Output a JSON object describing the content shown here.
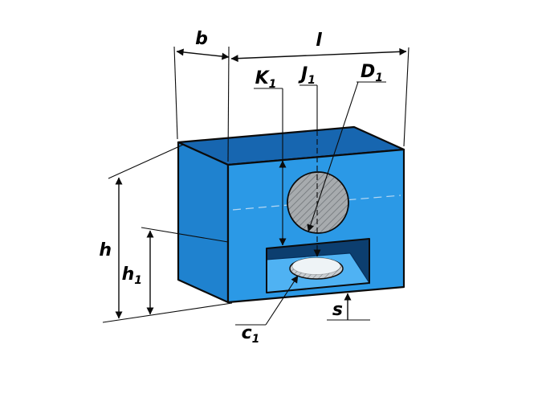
{
  "figure": {
    "description": "Isometric technical drawing of a blue rectangular block with a round hatched side hole and a bottom pocket containing an oval through-hole, annotated with dimension labels"
  },
  "labels": {
    "b": {
      "base": "b"
    },
    "l": {
      "base": "l"
    },
    "k1": {
      "base": "K",
      "sub": "1"
    },
    "j1": {
      "base": "J",
      "sub": "1"
    },
    "d1": {
      "base": "D",
      "sub": "1"
    },
    "h": {
      "base": "h"
    },
    "h1": {
      "base": "h",
      "sub": "1"
    },
    "c1": {
      "base": "c",
      "sub": "1"
    },
    "s": {
      "base": "s"
    }
  },
  "colors": {
    "background": "#FFFFFF",
    "face_top": "#1766B0",
    "face_left": "#1F82CF",
    "face_front": "#2B99E6",
    "pocket_dark": "#0C3E6F",
    "pocket_floor": "#4FB2F3",
    "hole_fill": "#A7ABAE",
    "hatch_line": "#6F7478",
    "rim_fill": "#C9CED2",
    "hole_void": "#EEF3F6",
    "outline": "#0B0B0B",
    "centerline": "#CFE2F3"
  }
}
